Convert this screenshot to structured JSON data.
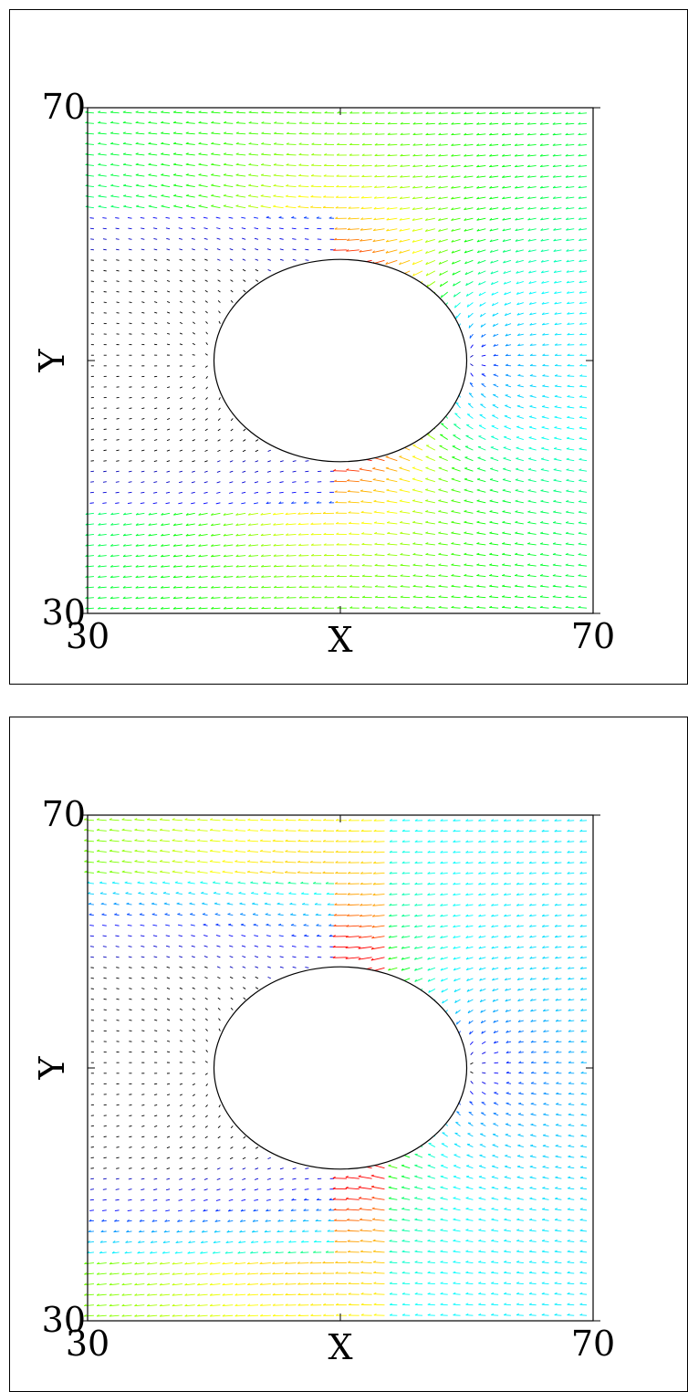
{
  "chart_data": [
    {
      "type": "vector-field",
      "xlabel": "X",
      "ylabel": "Y",
      "xlim": [
        30,
        70
      ],
      "ylim": [
        30,
        70
      ],
      "x_ticks": [
        "30",
        "70"
      ],
      "y_ticks": [
        "30",
        "70"
      ],
      "obstacle": {
        "shape": "ellipse",
        "cx": 50,
        "cy": 50,
        "rx": 10,
        "ry": 8
      },
      "flow_direction": "leftward",
      "colormap": [
        "#00008b",
        "#0000ff",
        "#00bfff",
        "#00ffff",
        "#00ff00",
        "#ffff00",
        "#ff8c00",
        "#ff0000"
      ]
    },
    {
      "type": "vector-field",
      "xlabel": "X",
      "ylabel": "Y",
      "xlim": [
        30,
        70
      ],
      "ylim": [
        30,
        70
      ],
      "x_ticks": [
        "30",
        "70"
      ],
      "y_ticks": [
        "30",
        "70"
      ],
      "obstacle": {
        "shape": "ellipse",
        "cx": 50,
        "cy": 50,
        "rx": 10,
        "ry": 8
      },
      "flow_direction": "leftward",
      "colormap": [
        "#00008b",
        "#0000ff",
        "#00bfff",
        "#00ffff",
        "#00ff00",
        "#ffff00",
        "#ff8c00",
        "#ff0000"
      ]
    }
  ]
}
